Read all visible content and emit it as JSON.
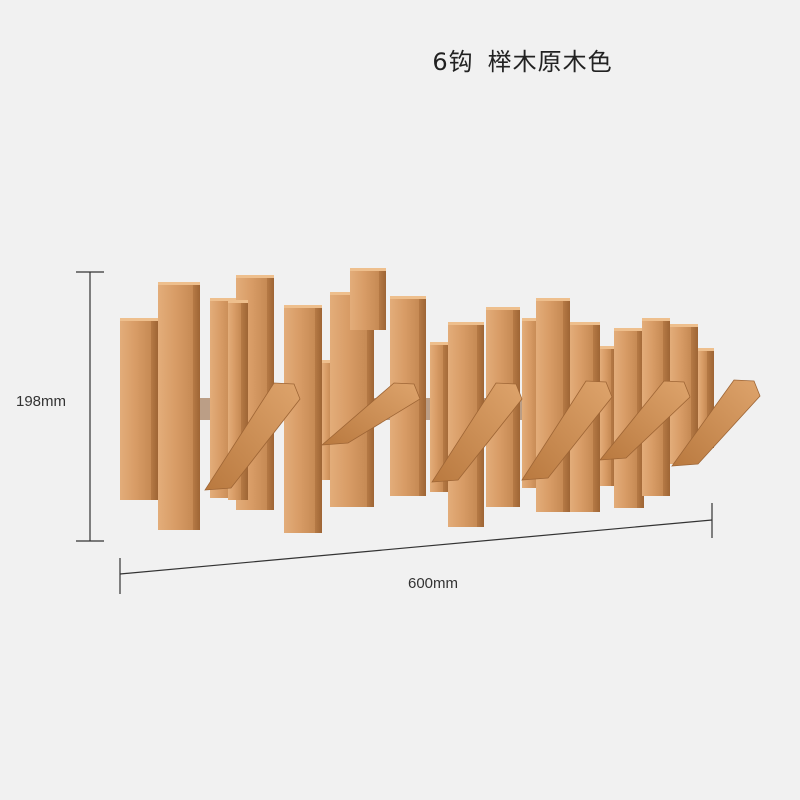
{
  "product": {
    "title_count": "6钩",
    "title_desc": "榉木原木色"
  },
  "dimensions": {
    "height_label": "198mm",
    "width_label": "600mm"
  },
  "colors": {
    "background": "#f1f1f1",
    "wood_light": "#dba26e",
    "wood_mid": "#c98d57",
    "wood_dark": "#a86d3c",
    "line": "#333333"
  },
  "hooks": {
    "count": 6
  }
}
